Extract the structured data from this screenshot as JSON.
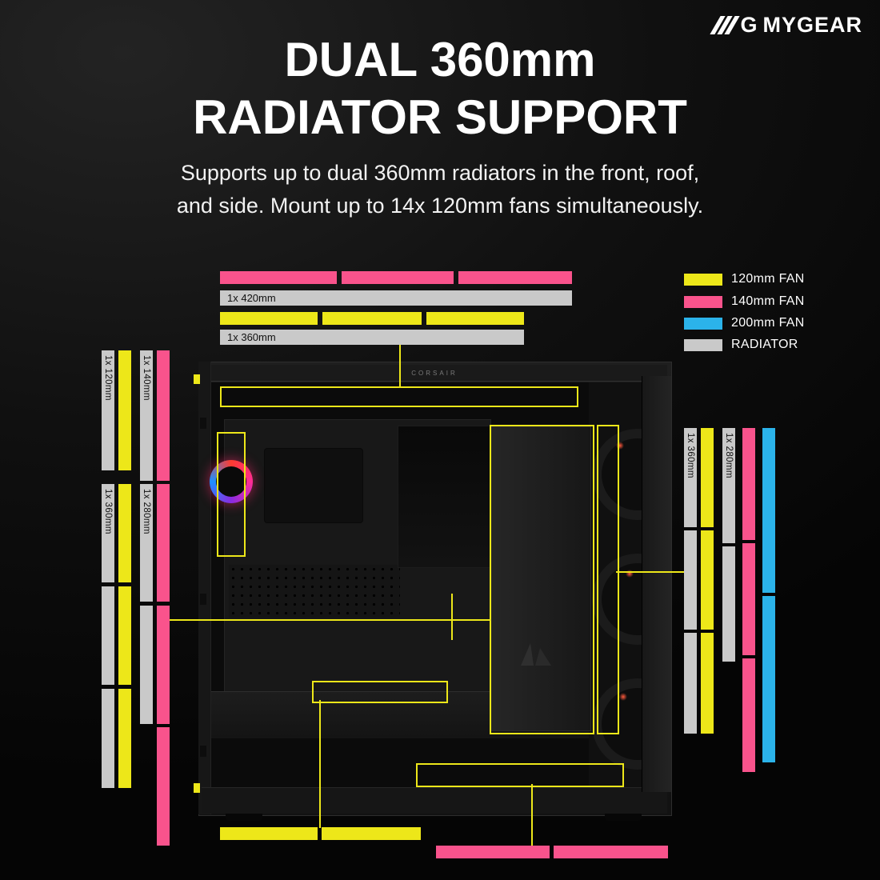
{
  "page": {
    "brand_icon_letter": "G",
    "brand_name": "MYGEAR",
    "title_line1": "DUAL 360mm",
    "title_line2": "RADIATOR SUPPORT",
    "subtitle_line1": "Supports up to dual 360mm radiators in the front, roof,",
    "subtitle_line2": "and side. Mount up to 14x 120mm fans simultaneously."
  },
  "legend": {
    "items": [
      {
        "label": "120mm FAN",
        "color": "#ede719"
      },
      {
        "label": "140mm FAN",
        "color": "#f9538c"
      },
      {
        "label": "200mm FAN",
        "color": "#2bb3ea"
      },
      {
        "label": "RADIATOR",
        "color": "#c9c9c9"
      }
    ]
  },
  "case_diagram": {
    "brand_label": "CORSAIR"
  },
  "bar_labels": {
    "top_radiator_420": "1x 420mm",
    "top_radiator_360": "1x 360mm",
    "left_top_radiator_120": "1x 120mm",
    "left_top_radiator_140": "1x 140mm",
    "left_bottom_radiator_360": "1x 360mm",
    "left_bottom_radiator_280": "1x 280mm",
    "right_radiator_360": "1x 360mm",
    "right_radiator_280": "1x 280mm"
  },
  "colors": {
    "fan_120mm": "#ede719",
    "fan_140mm": "#f9538c",
    "fan_200mm": "#2bb3ea",
    "radiator": "#c9c9c9",
    "highlight": "#ede719"
  }
}
